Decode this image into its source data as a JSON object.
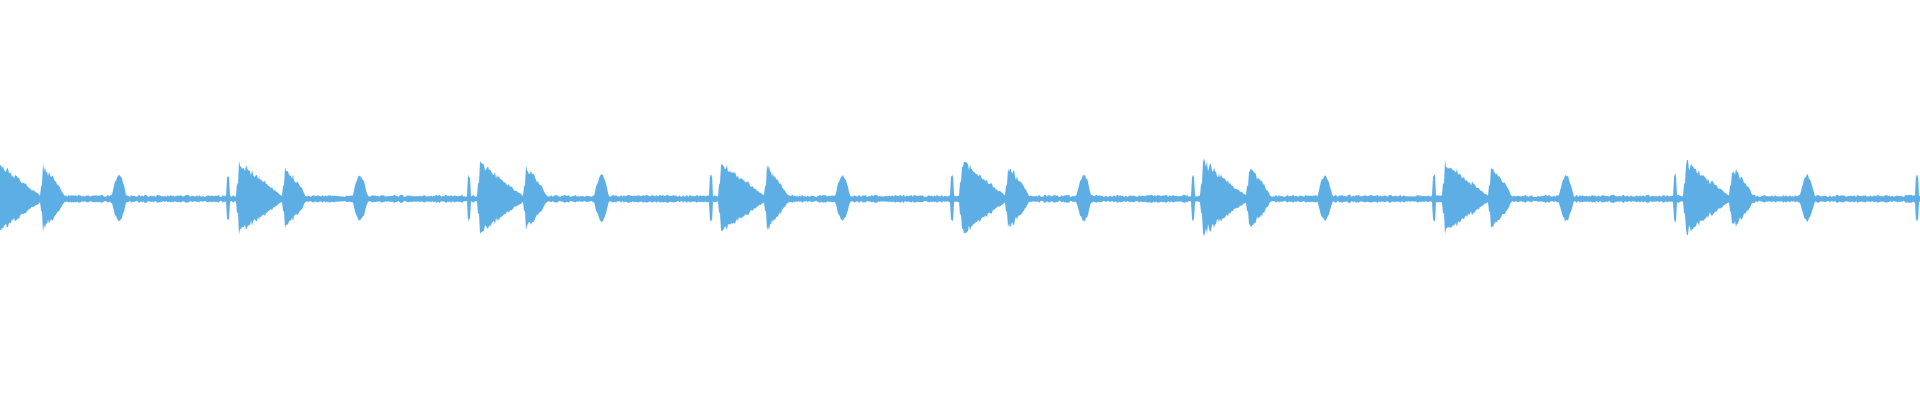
{
  "waveform": {
    "color": "#5eaee6",
    "cycles": 8,
    "events_per_cycle": [
      {
        "kind": "burst",
        "level": 0.75,
        "decay": "long"
      },
      {
        "kind": "burst",
        "level": 0.65,
        "decay": "short"
      },
      {
        "kind": "blip",
        "level": 0.45
      }
    ],
    "noise_floor_level": 0.08
  }
}
